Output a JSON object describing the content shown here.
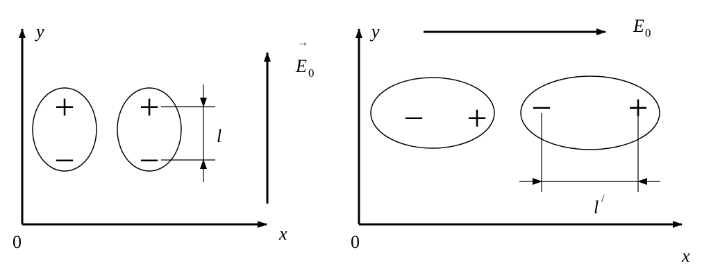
{
  "left_panel": {
    "axis_y_label": "y",
    "axis_x_label": "x",
    "origin_label": "0",
    "field_symbol": "E",
    "field_subscript": "0",
    "field_vector_mark": "→",
    "distance_label": "l",
    "molecules": [
      {
        "top_sign": "+",
        "bottom_sign": "−"
      },
      {
        "top_sign": "+",
        "bottom_sign": "−"
      }
    ]
  },
  "right_panel": {
    "axis_y_label": "y",
    "axis_x_label": "x",
    "origin_label": "0",
    "field_symbol": "E",
    "field_subscript": "0",
    "distance_label": "l",
    "distance_prime": "/",
    "molecules": [
      {
        "left_sign": "−",
        "right_sign": "+"
      },
      {
        "left_sign": "−",
        "right_sign": "+"
      }
    ]
  }
}
